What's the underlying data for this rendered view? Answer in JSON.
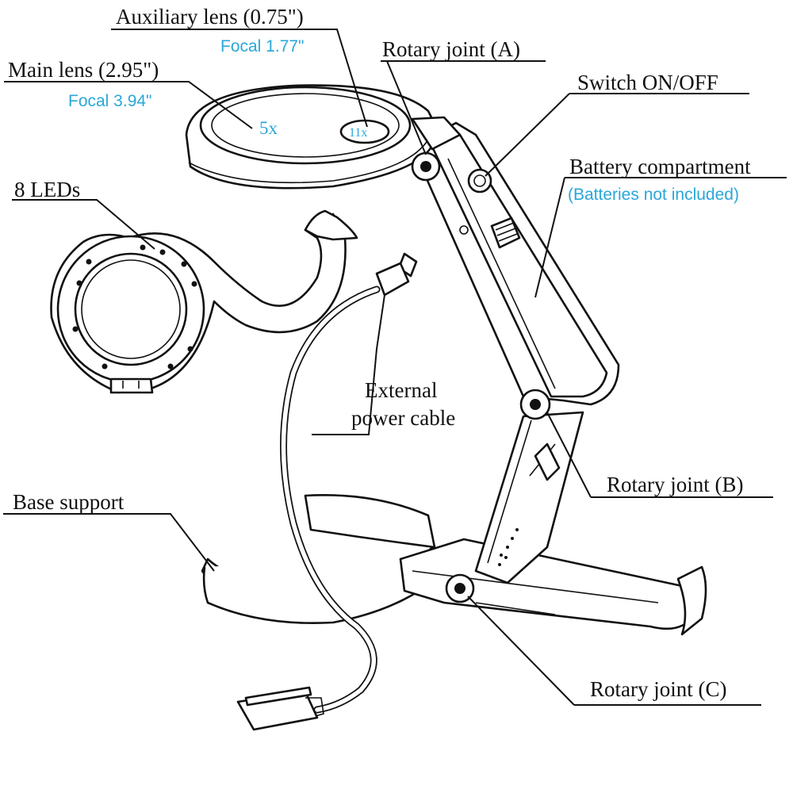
{
  "labels": {
    "aux_lens": "Auxiliary lens (0.75\")",
    "aux_focal": "Focal 1.77\"",
    "main_lens": "Main lens (2.95\")",
    "main_focal": "Focal 3.94\"",
    "joint_a": "Rotary joint (A)",
    "switch": "Switch ON/OFF",
    "battery": "Battery compartment",
    "battery_note": "(Batteries not included)",
    "leds": "8 LEDs",
    "cable_line1": "External",
    "cable_line2": "power cable",
    "joint_b": "Rotary joint (B)",
    "base": "Base support",
    "joint_c": "Rotary joint (C)"
  },
  "magnification": {
    "main": "5x",
    "aux": "11x"
  },
  "colors": {
    "label_text": "#111111",
    "note_blue": "#2aa7d9",
    "line": "#111111",
    "background": "#ffffff"
  }
}
